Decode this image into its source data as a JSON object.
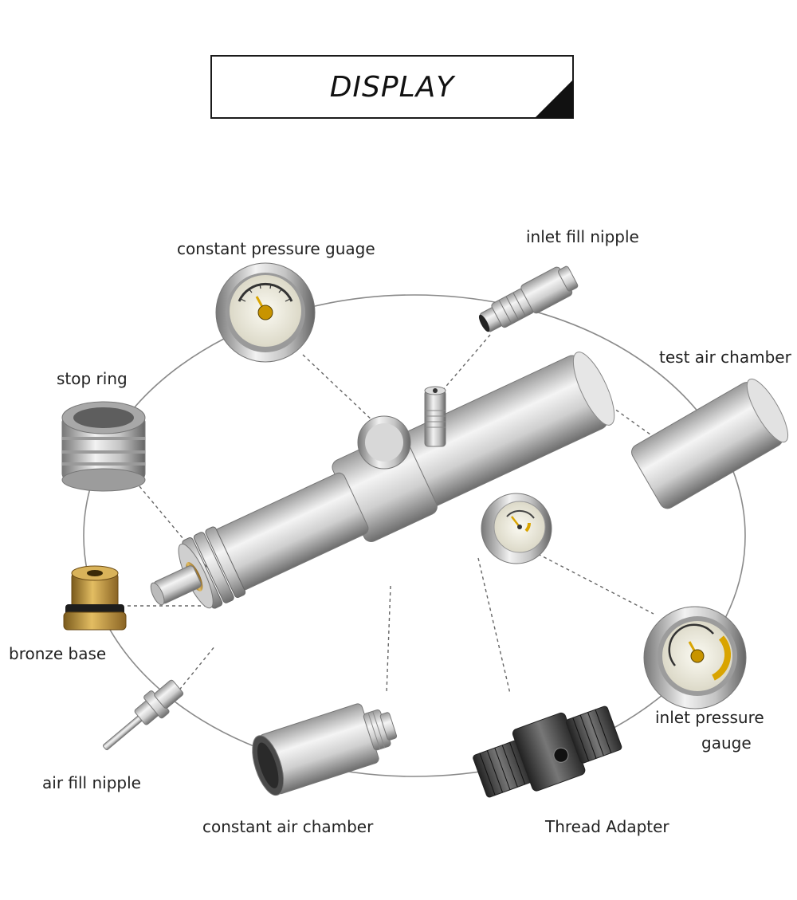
{
  "header": {
    "title": "DISPLAY"
  },
  "labels": {
    "constant_pressure_gauge": "constant pressure guage",
    "inlet_fill_nipple": "inlet fill nipple",
    "test_air_chamber": "test air chamber",
    "stop_ring": "stop ring",
    "bronze_base": "bronze base",
    "air_fill_nipple": "air fill nipple",
    "constant_air_chamber": "constant air chamber",
    "thread_adapter": "Thread Adapter",
    "inlet_pressure_gauge_line1": "inlet pressure",
    "inlet_pressure_gauge_line2": "gauge"
  },
  "colors": {
    "brass": "#c9a14a",
    "steel": "#c8c8c8",
    "dark_steel": "#555555",
    "gauge_face": "#f3f1e6",
    "gauge_needle": "#d9a400"
  },
  "icons": [
    "regulator-assembly",
    "gauge-dial",
    "nipple-fitting",
    "cylinder",
    "stop-ring",
    "bronze-base",
    "thread-adapter"
  ]
}
